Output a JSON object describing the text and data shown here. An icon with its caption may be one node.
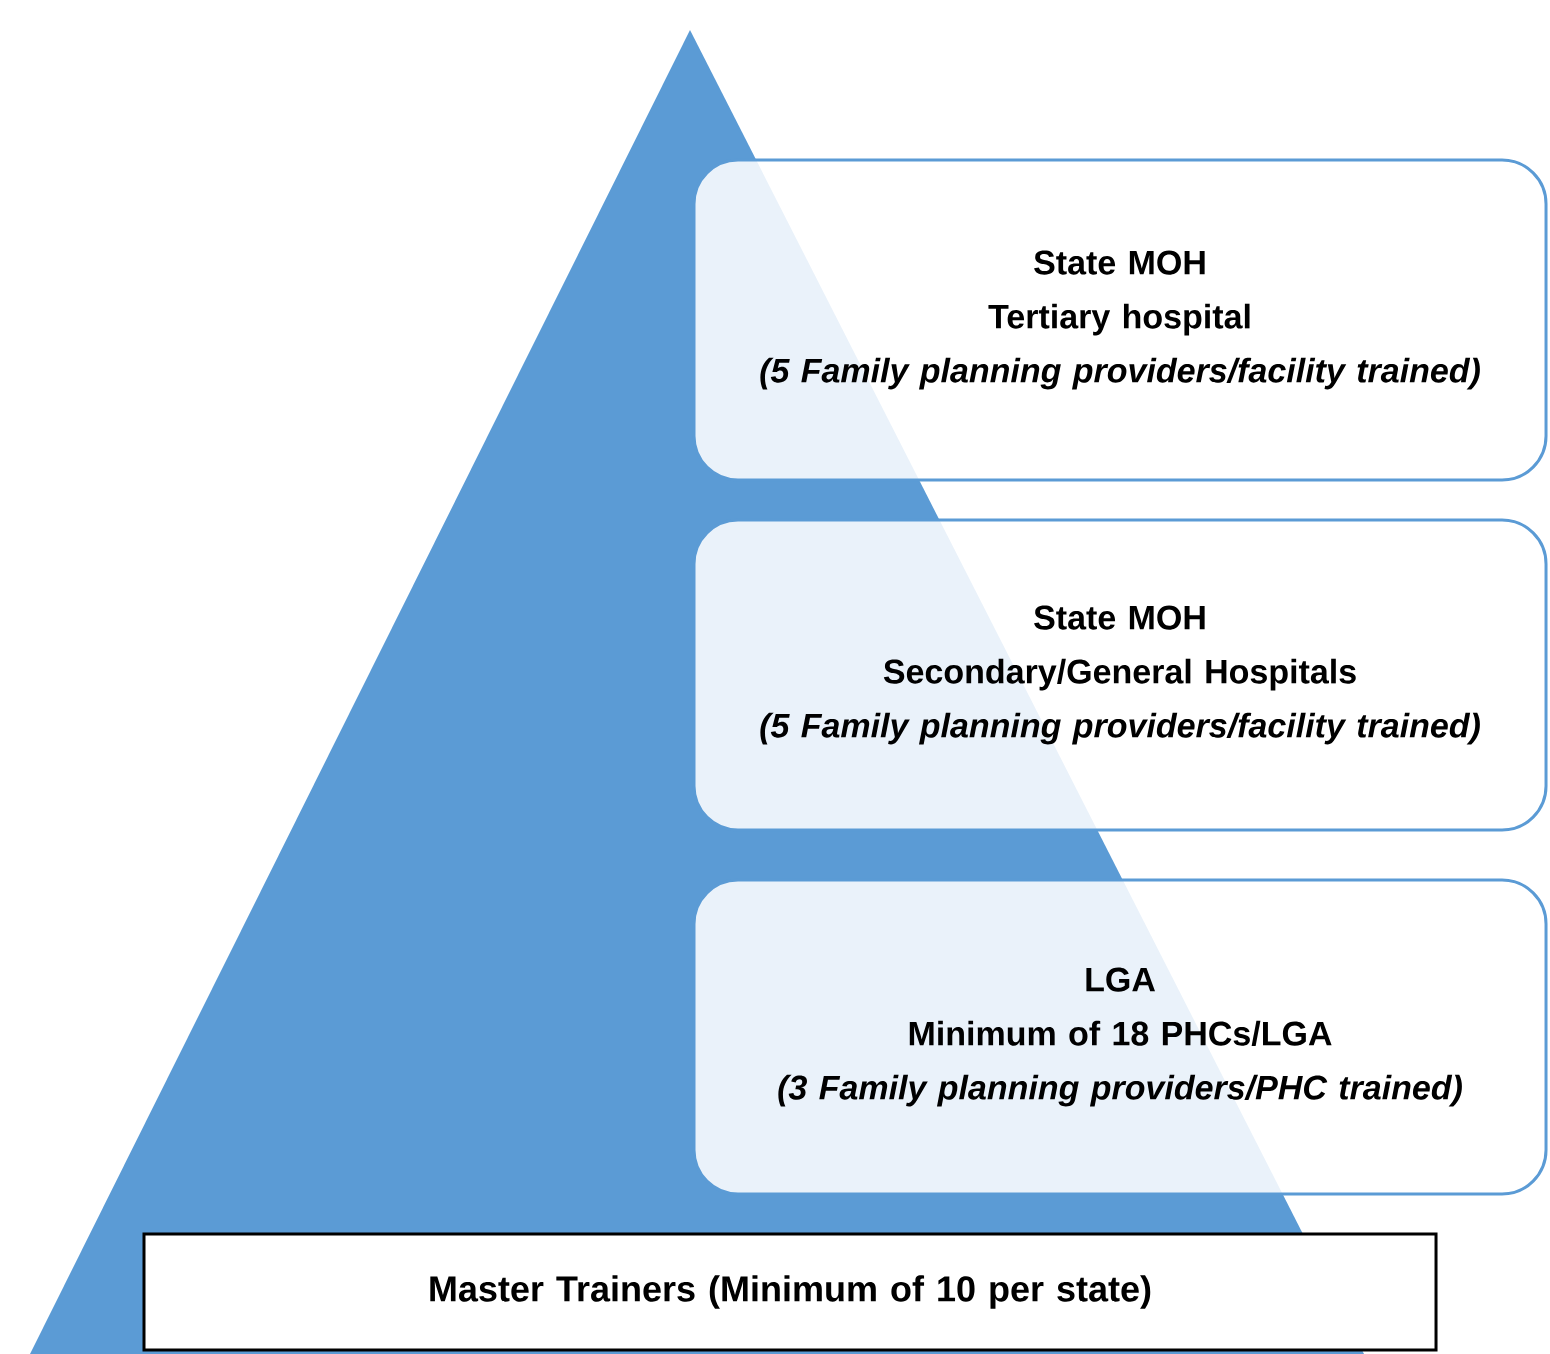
{
  "diagram": {
    "nodes": [
      {
        "text": [
          "State MOH",
          "Tertiary hospital",
          "(5 Family planning providers/facility trained)"
        ]
      },
      {
        "text": [
          "State MOH",
          "Secondary/General Hospitals",
          "(5 Family planning providers/facility trained)"
        ]
      },
      {
        "text": [
          "LGA",
          "Minimum of 18 PHCs/LGA",
          "(3 Family planning providers/PHC trained)"
        ]
      },
      {
        "text": [
          "Master Trainers (Minimum of 10 per state)"
        ]
      }
    ]
  }
}
